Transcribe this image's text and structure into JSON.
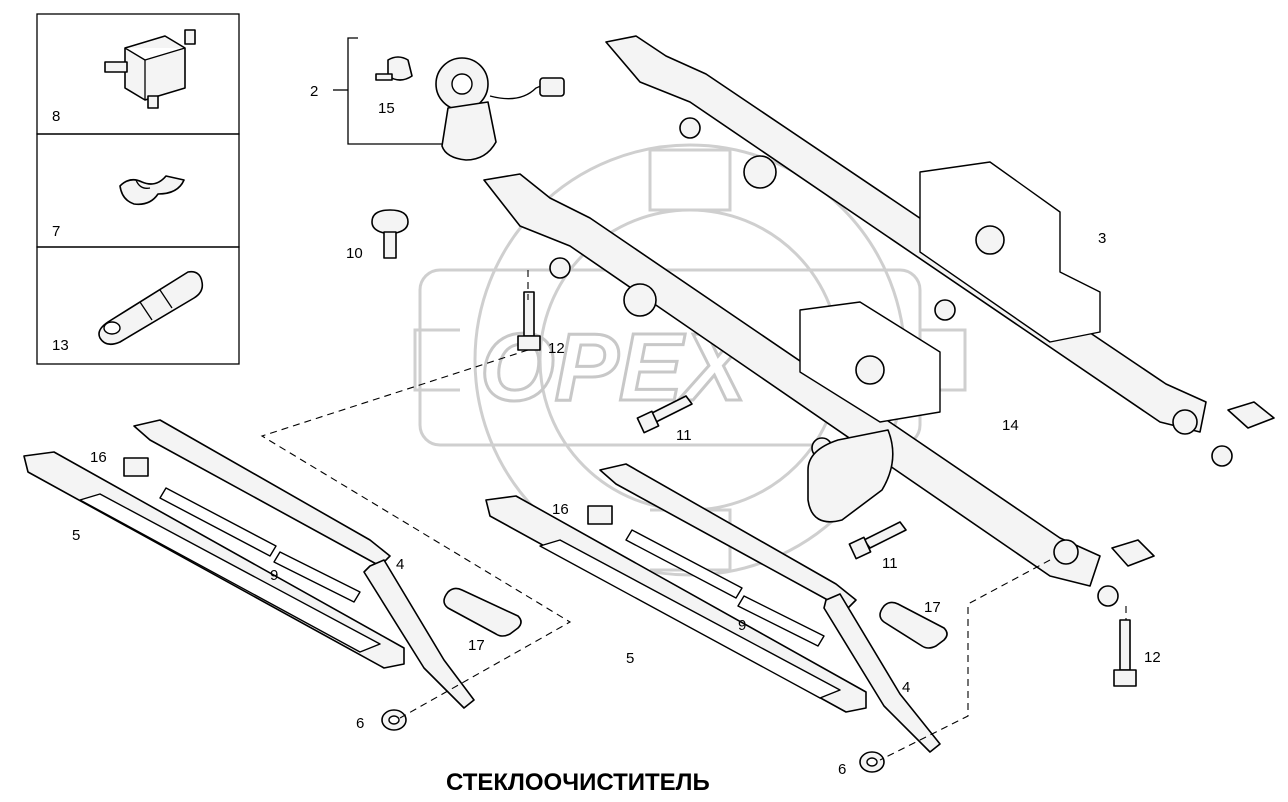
{
  "title": "СТЕКЛООЧИСТИТЕЛЬ",
  "watermark": "OPEX",
  "callouts": {
    "p2": "2",
    "p15": "15",
    "p10": "10",
    "p3": "3",
    "p12a": "12",
    "p14": "14",
    "p11a": "11",
    "p11b": "11",
    "p16a": "16",
    "p16b": "16",
    "p5a": "5",
    "p5b": "5",
    "p9a": "9",
    "p9b": "9",
    "p4a": "4",
    "p4b": "4",
    "p17a": "17",
    "p17b": "17",
    "p6a": "6",
    "p6b": "6",
    "p12b": "12"
  },
  "inset_panels": [
    {
      "label": "8"
    },
    {
      "label": "7"
    },
    {
      "label": "13"
    }
  ]
}
